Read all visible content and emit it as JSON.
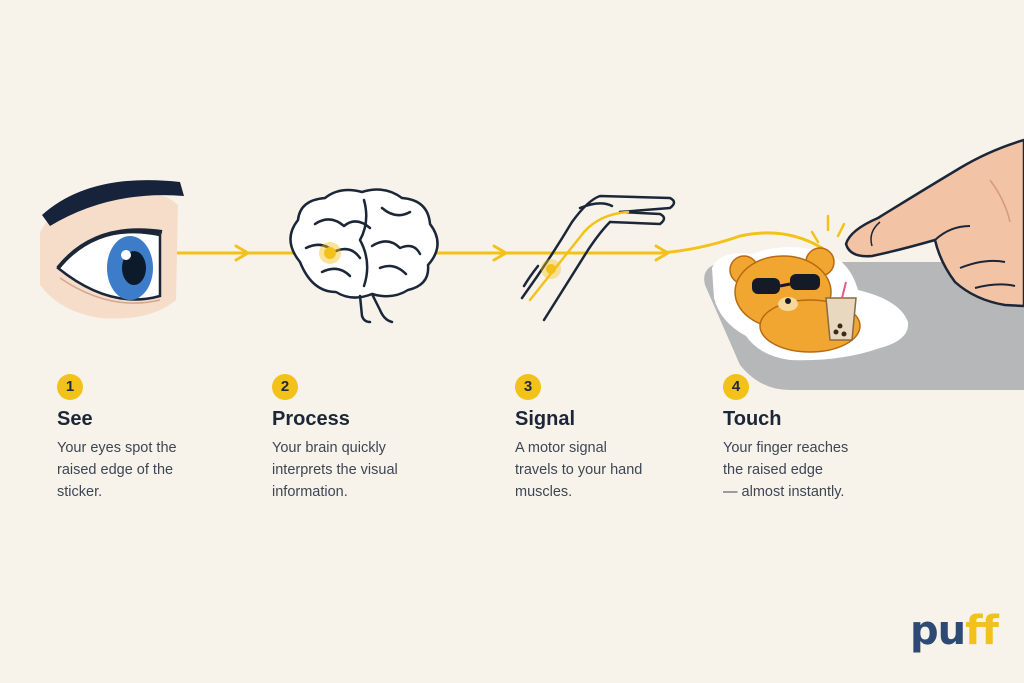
{
  "steps": [
    {
      "number": "1",
      "title": "See",
      "desc": [
        "Your eyes spot the",
        "raised edge of the",
        "sticker."
      ]
    },
    {
      "number": "2",
      "title": "Process",
      "desc": [
        "Your brain quickly",
        "interprets the visual",
        "information."
      ]
    },
    {
      "number": "3",
      "title": "Signal",
      "desc": [
        "A motor signal",
        "travels to your hand",
        "muscles."
      ]
    },
    {
      "number": "4",
      "title": "Touch",
      "desc": [
        "Your finger reaches",
        "the raised edge",
        "— almost instantly."
      ]
    }
  ],
  "logo": {
    "text_main": "pu",
    "text_accent": "ff"
  },
  "icons": [
    "eye-icon",
    "brain-icon",
    "hand-signal-icon",
    "finger-touch-icon",
    "bear-sticker-icon"
  ],
  "colors": {
    "background": "#f8f3ea",
    "accent": "#f2c21b",
    "ink": "#1b2738",
    "text": "#3d4654",
    "iris": "#3d7cc9",
    "sticker": "#f0a630",
    "skin": "#f2c3a4",
    "logo": "#2c4a73"
  }
}
